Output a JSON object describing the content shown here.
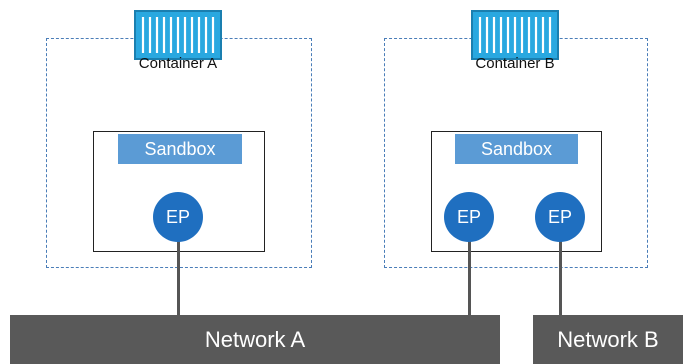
{
  "containers": [
    {
      "label": "Container A",
      "sandbox_label": "Sandbox",
      "endpoints": [
        "EP"
      ]
    },
    {
      "label": "Container B",
      "sandbox_label": "Sandbox",
      "endpoints": [
        "EP",
        "EP"
      ]
    }
  ],
  "networks": [
    {
      "label": "Network A"
    },
    {
      "label": "Network B"
    }
  ],
  "icons": {
    "container": "shipping-container-icon"
  },
  "colors": {
    "dashed_border": "#4a7db8",
    "sandbox": "#5b9bd5",
    "endpoint": "#1f6fc0",
    "network": "#595959",
    "container_icon": "#29a8e0"
  }
}
